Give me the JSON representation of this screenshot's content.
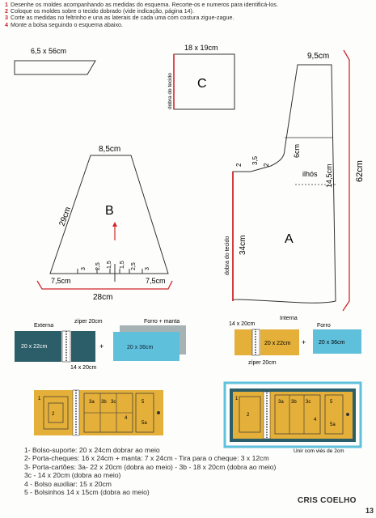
{
  "steps": [
    {
      "num": "1",
      "text": "Desenhe os moldes acompanhando as medidas do esquema. Recorte-os e numeros para identificá-los."
    },
    {
      "num": "2",
      "text": "Coloque os moldes sobre o tecido dobrado (vide indicação, página 14)."
    },
    {
      "num": "3",
      "text": "Corte as medidas no feltrinho e una as laterais de cada uma com costura zigue-zague."
    },
    {
      "num": "4",
      "text": "Monte a bolsa seguindo o esquema abaixo."
    }
  ],
  "patterns": {
    "strip": {
      "size": "6,5 x 56cm"
    },
    "c": {
      "size": "18 x 19cm",
      "letter": "C",
      "fold": "dobra do tecido"
    },
    "b": {
      "letter": "B",
      "top": "8,5cm",
      "side": "29cm",
      "bottom_left": "7,5cm",
      "bottom_right": "7,5cm",
      "bottom": "28cm",
      "marks": [
        "3",
        "2,5",
        "1,5",
        "1,5",
        "2,5",
        "3"
      ]
    },
    "a": {
      "letter": "A",
      "top": "9,5cm",
      "right": "62cm",
      "notch": "6cm",
      "eyelet_v": "14,5cm",
      "eyelets": "ilhós",
      "left": "34cm",
      "fold": "dobra do tecido",
      "m1": "2",
      "m2": "3,5",
      "m3": "2"
    }
  },
  "assembly": {
    "left": {
      "outer_label": "Externa",
      "zip_label": "zíper 20cm",
      "liner_label": "Forro + manta",
      "outer_size": "20 x 22cm",
      "liner_size": "20 x 36cm",
      "bottom_size": "14 x 20cm",
      "plus": "+"
    },
    "right": {
      "inner_label": "Interna",
      "top_size": "14 x 20cm",
      "liner_label": "Forro",
      "inner_size": "20 x 22cm",
      "liner_size": "20 x 36cm",
      "zip_label": "zíper 20cm",
      "plus": "+"
    },
    "bottom_left": {
      "labels": [
        "1",
        "2",
        "3a",
        "3b",
        "3c",
        "4",
        "5",
        "5a"
      ]
    },
    "bottom_right": {
      "labels": [
        "1",
        "2",
        "3a",
        "3b",
        "3c",
        "4",
        "5",
        "5a"
      ],
      "caption": "Unir com viés de 2cm"
    }
  },
  "legend": [
    "1- Bolso-suporte: 20 x 24cm dobrar ao meio",
    "2- Porta-cheques: 16 x 24cm + manta: 7 x 24cm - Tira para o cheque: 3 x 12cm",
    "3- Porta-cartões: 3a- 22 x 20cm (dobra ao meio) - 3b - 18 x 20cm (dobra ao meio)",
    "3c - 14 x 20cm (dobra ao meio)",
    "4 - Bolso auxiliar: 15 x 20cm",
    "5 - Bolsinhos 14 x 15cm  (dobra ao meio)"
  ],
  "credit": "CRIS COELHO",
  "page_number": "13",
  "colors": {
    "red": "#d0262b",
    "teal": "#2c5e6a",
    "blue": "#5fc0dc",
    "yellow": "#e4b03a",
    "grey": "#a7b2b4"
  }
}
